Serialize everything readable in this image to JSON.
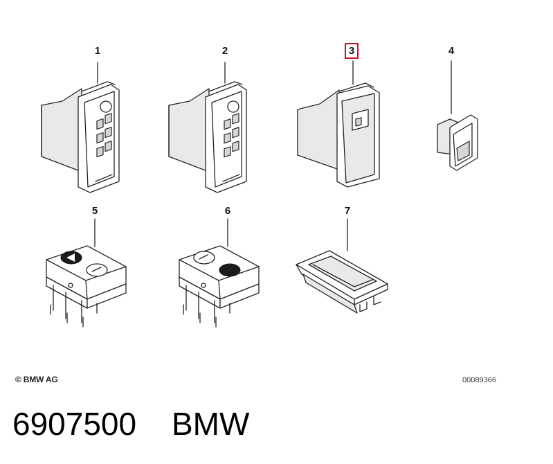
{
  "diagram": {
    "callouts": [
      {
        "label": "1",
        "selected": false
      },
      {
        "label": "2",
        "selected": false
      },
      {
        "label": "3",
        "selected": true
      },
      {
        "label": "4",
        "selected": false
      },
      {
        "label": "5",
        "selected": false
      },
      {
        "label": "6",
        "selected": false
      },
      {
        "label": "7",
        "selected": false
      }
    ],
    "highlight_color": "#c8102e"
  },
  "footer": {
    "copyright": "© BMW AG",
    "diagram_id": "00089366"
  },
  "caption": {
    "part_number": "6907500",
    "brand": "BMW"
  }
}
